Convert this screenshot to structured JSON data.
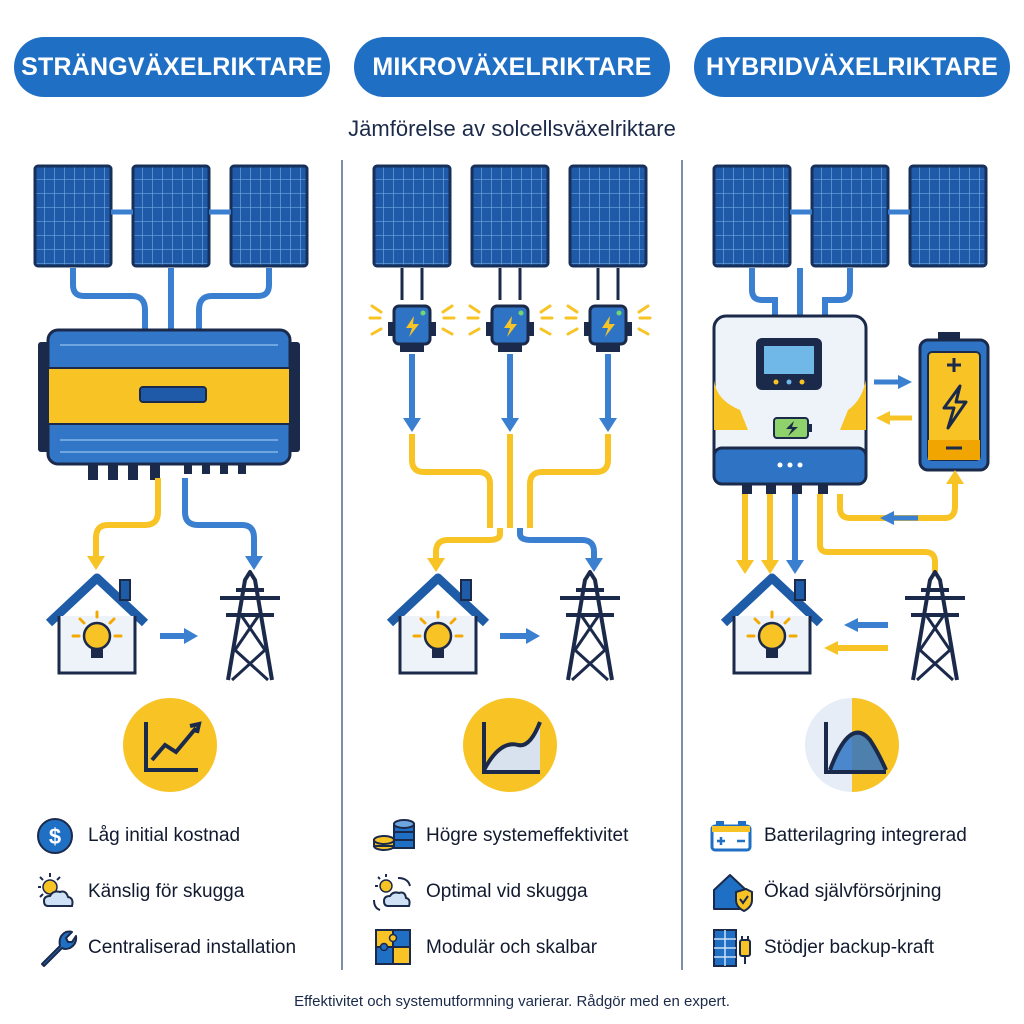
{
  "headers": [
    "STRÄNGVÄXELRIKTARE",
    "MIKROVÄXELRIKTARE",
    "HYBRIDVÄXELRIKTARE"
  ],
  "subtitle": "Jämförelse av solcellsväxelriktare",
  "columns": [
    {
      "features": [
        {
          "icon": "dollar-coin-icon",
          "label": "Låg initial kostnad"
        },
        {
          "icon": "sun-cloud-icon",
          "label": "Känslig för skugga"
        },
        {
          "icon": "wrench-icon",
          "label": "Centraliserad installation"
        }
      ]
    },
    {
      "features": [
        {
          "icon": "coin-stack-icon",
          "label": "Högre systemeffektivitet"
        },
        {
          "icon": "sun-cloud-cycle-icon",
          "label": "Optimal vid skugga"
        },
        {
          "icon": "puzzle-icon",
          "label": "Modulär och skalbar"
        }
      ]
    },
    {
      "features": [
        {
          "icon": "battery-icon",
          "label": "Batterilagring integrerad"
        },
        {
          "icon": "house-shield-icon",
          "label": "Ökad självförsörjning"
        },
        {
          "icon": "solar-panel-plug-icon",
          "label": "Stödjer backup-kraft"
        }
      ]
    }
  ],
  "footer": "Effektivitet och systemutformning varierar. Rådgör med en expert.",
  "colors": {
    "blue": "#1f6fc4",
    "yellow": "#f7c325",
    "navy": "#1b2a4a"
  }
}
